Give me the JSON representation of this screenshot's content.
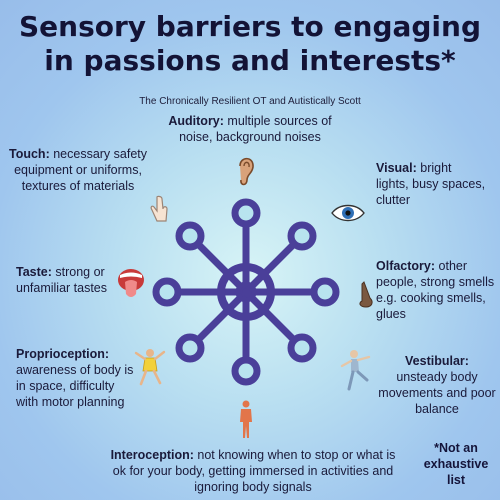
{
  "title": "Sensory barriers to engaging in passions and interests*",
  "credit": "The Chronically Resilient OT  and Autistically Scott",
  "senses": {
    "auditory": {
      "name": "Auditory:",
      "text": " multiple sources of noise, background noises"
    },
    "touch": {
      "name": "Touch:",
      "text": " necessary safety equipment or uniforms, textures of materials"
    },
    "visual": {
      "name": "Visual:",
      "text": " bright lights, busy spaces, clutter"
    },
    "taste": {
      "name": "Taste:",
      "text": " strong or unfamiliar tastes"
    },
    "olfactory": {
      "name": "Olfactory:",
      "text": " other people, strong smells e.g. cooking smells, glues"
    },
    "proprioception": {
      "name": "Proprioception:",
      "text": " awareness of body is in space, difficulty with motor planning"
    },
    "vestibular": {
      "name": "Vestibular:",
      "text": " unsteady body movements and poor balance"
    },
    "interoception": {
      "name": "Interoception:",
      "text": " not knowing when to stop or what is ok for your body, getting immersed in activities and ignoring body signals"
    }
  },
  "footnote": "*Not an exhaustive list",
  "colors": {
    "hub": "#4a3f99",
    "background": "#a9cdf0",
    "title": "#131336"
  },
  "icons": [
    "ear-icon",
    "hand-icon",
    "eye-icon",
    "mouth-icon",
    "nose-icon",
    "dancer-icon",
    "balance-icon",
    "body-icon",
    "hub-icon"
  ]
}
